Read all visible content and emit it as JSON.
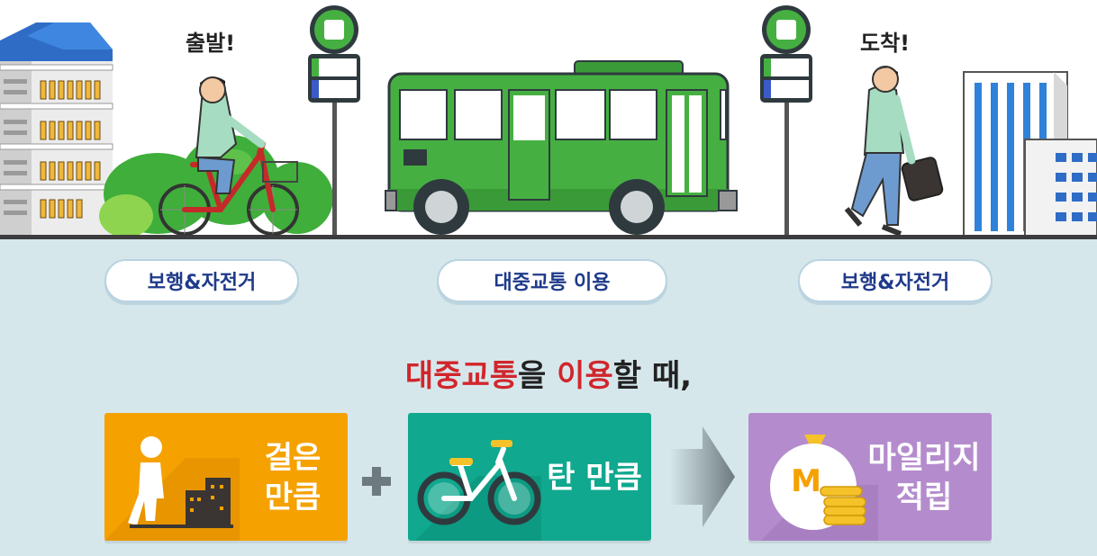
{
  "scene": {
    "start_label": "출발!",
    "arrive_label": "도착!"
  },
  "steps": {
    "walk_bike_left": "보행&자전거",
    "transit": "대중교통 이용",
    "walk_bike_right": "보행&자전거"
  },
  "headline": {
    "part1": "대중교통",
    "part2": "을 ",
    "part3": "이용",
    "part4": "할 때,"
  },
  "cards": {
    "walked_line1": "걸은",
    "walked_line2": "만큼",
    "rode": "탄 만큼",
    "mileage_line1": "마일리지",
    "mileage_line2": "적립",
    "coin_letter": "M"
  },
  "colors": {
    "orange_card": "#f5a100",
    "teal_card": "#10a88e",
    "purple_card": "#b48ccd",
    "bus_green": "#45b041",
    "accent_red": "#d1262b",
    "pill_text": "#1f3a8a"
  }
}
